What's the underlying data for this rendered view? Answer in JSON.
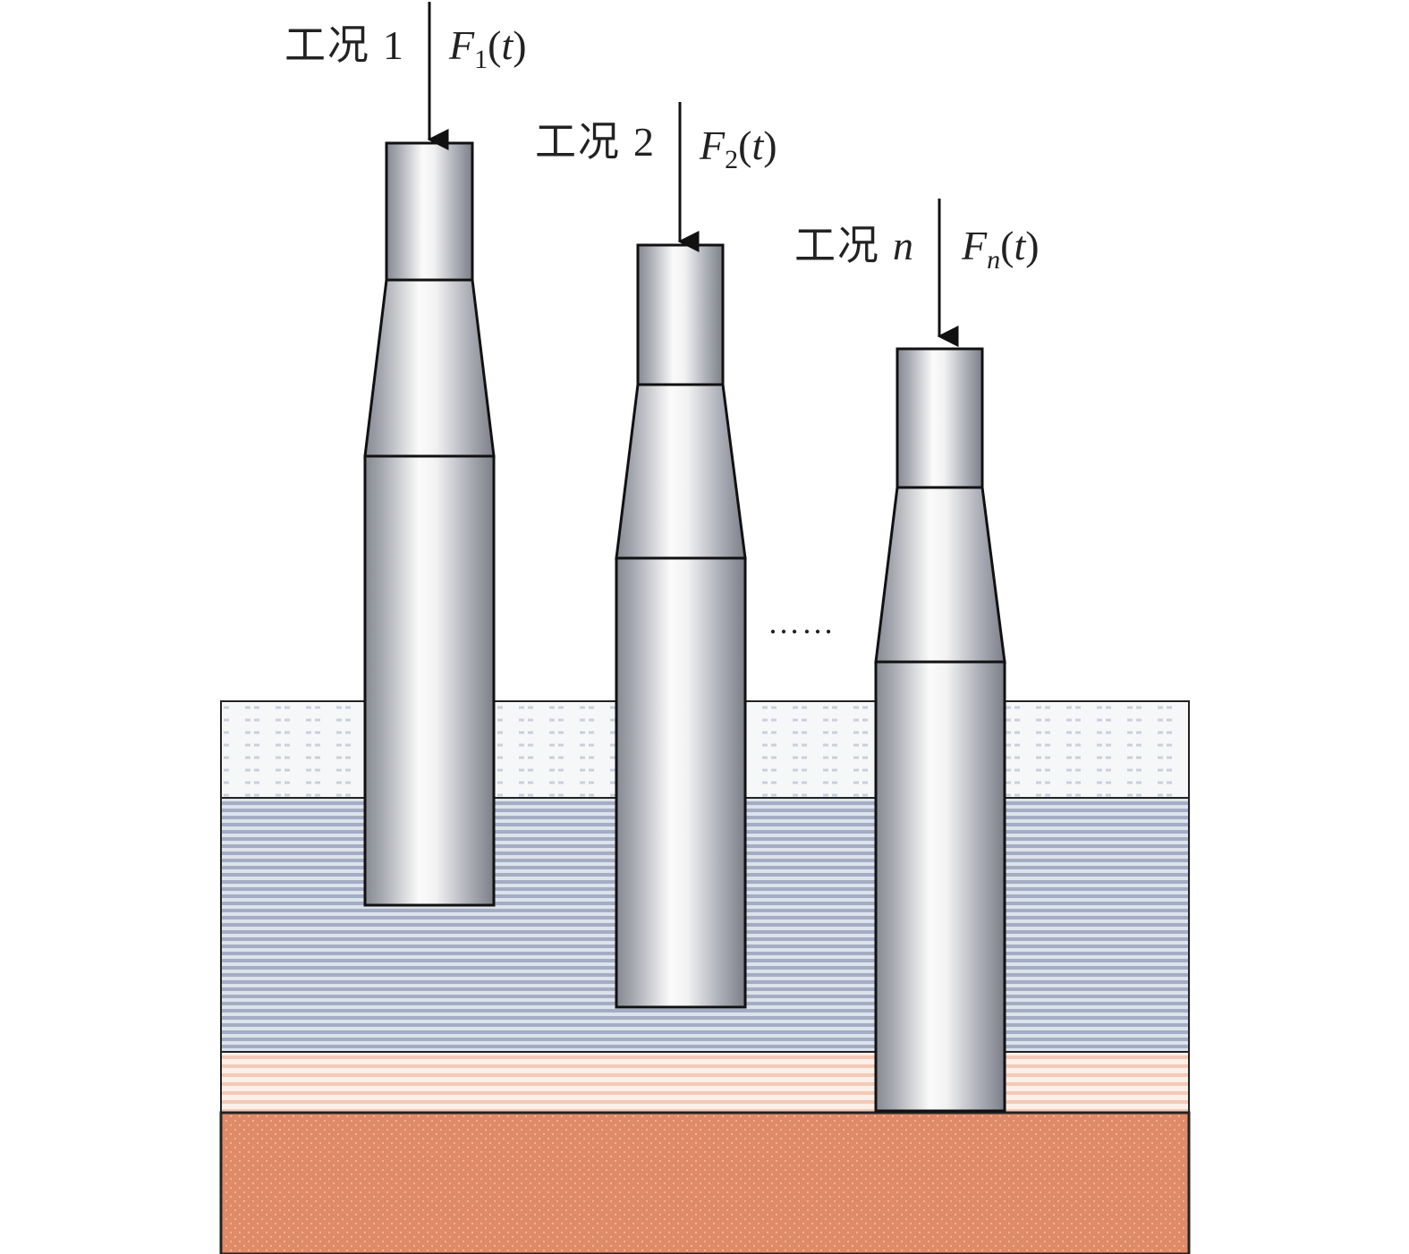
{
  "cases": [
    {
      "case_label": "工况",
      "case_index": "1",
      "force_symbol": "F",
      "force_subscript": "1",
      "force_argument": "t"
    },
    {
      "case_label": "工况",
      "case_index": "2",
      "force_symbol": "F",
      "force_subscript": "2",
      "force_argument": "t"
    },
    {
      "case_label": "工况",
      "case_index": "n",
      "force_symbol": "F",
      "force_subscript": "n",
      "force_argument": "t"
    }
  ],
  "ellipsis": "……",
  "colors": {
    "soil_layer_1": "#f3f5f8",
    "soil_layer_2": "#a4aec4",
    "soil_layer_3": "#f7d9cc",
    "soil_layer_4": "#e08a68",
    "pile_dark": "#8a8d96",
    "pile_light": "#fafafa",
    "outline": "#111111"
  }
}
